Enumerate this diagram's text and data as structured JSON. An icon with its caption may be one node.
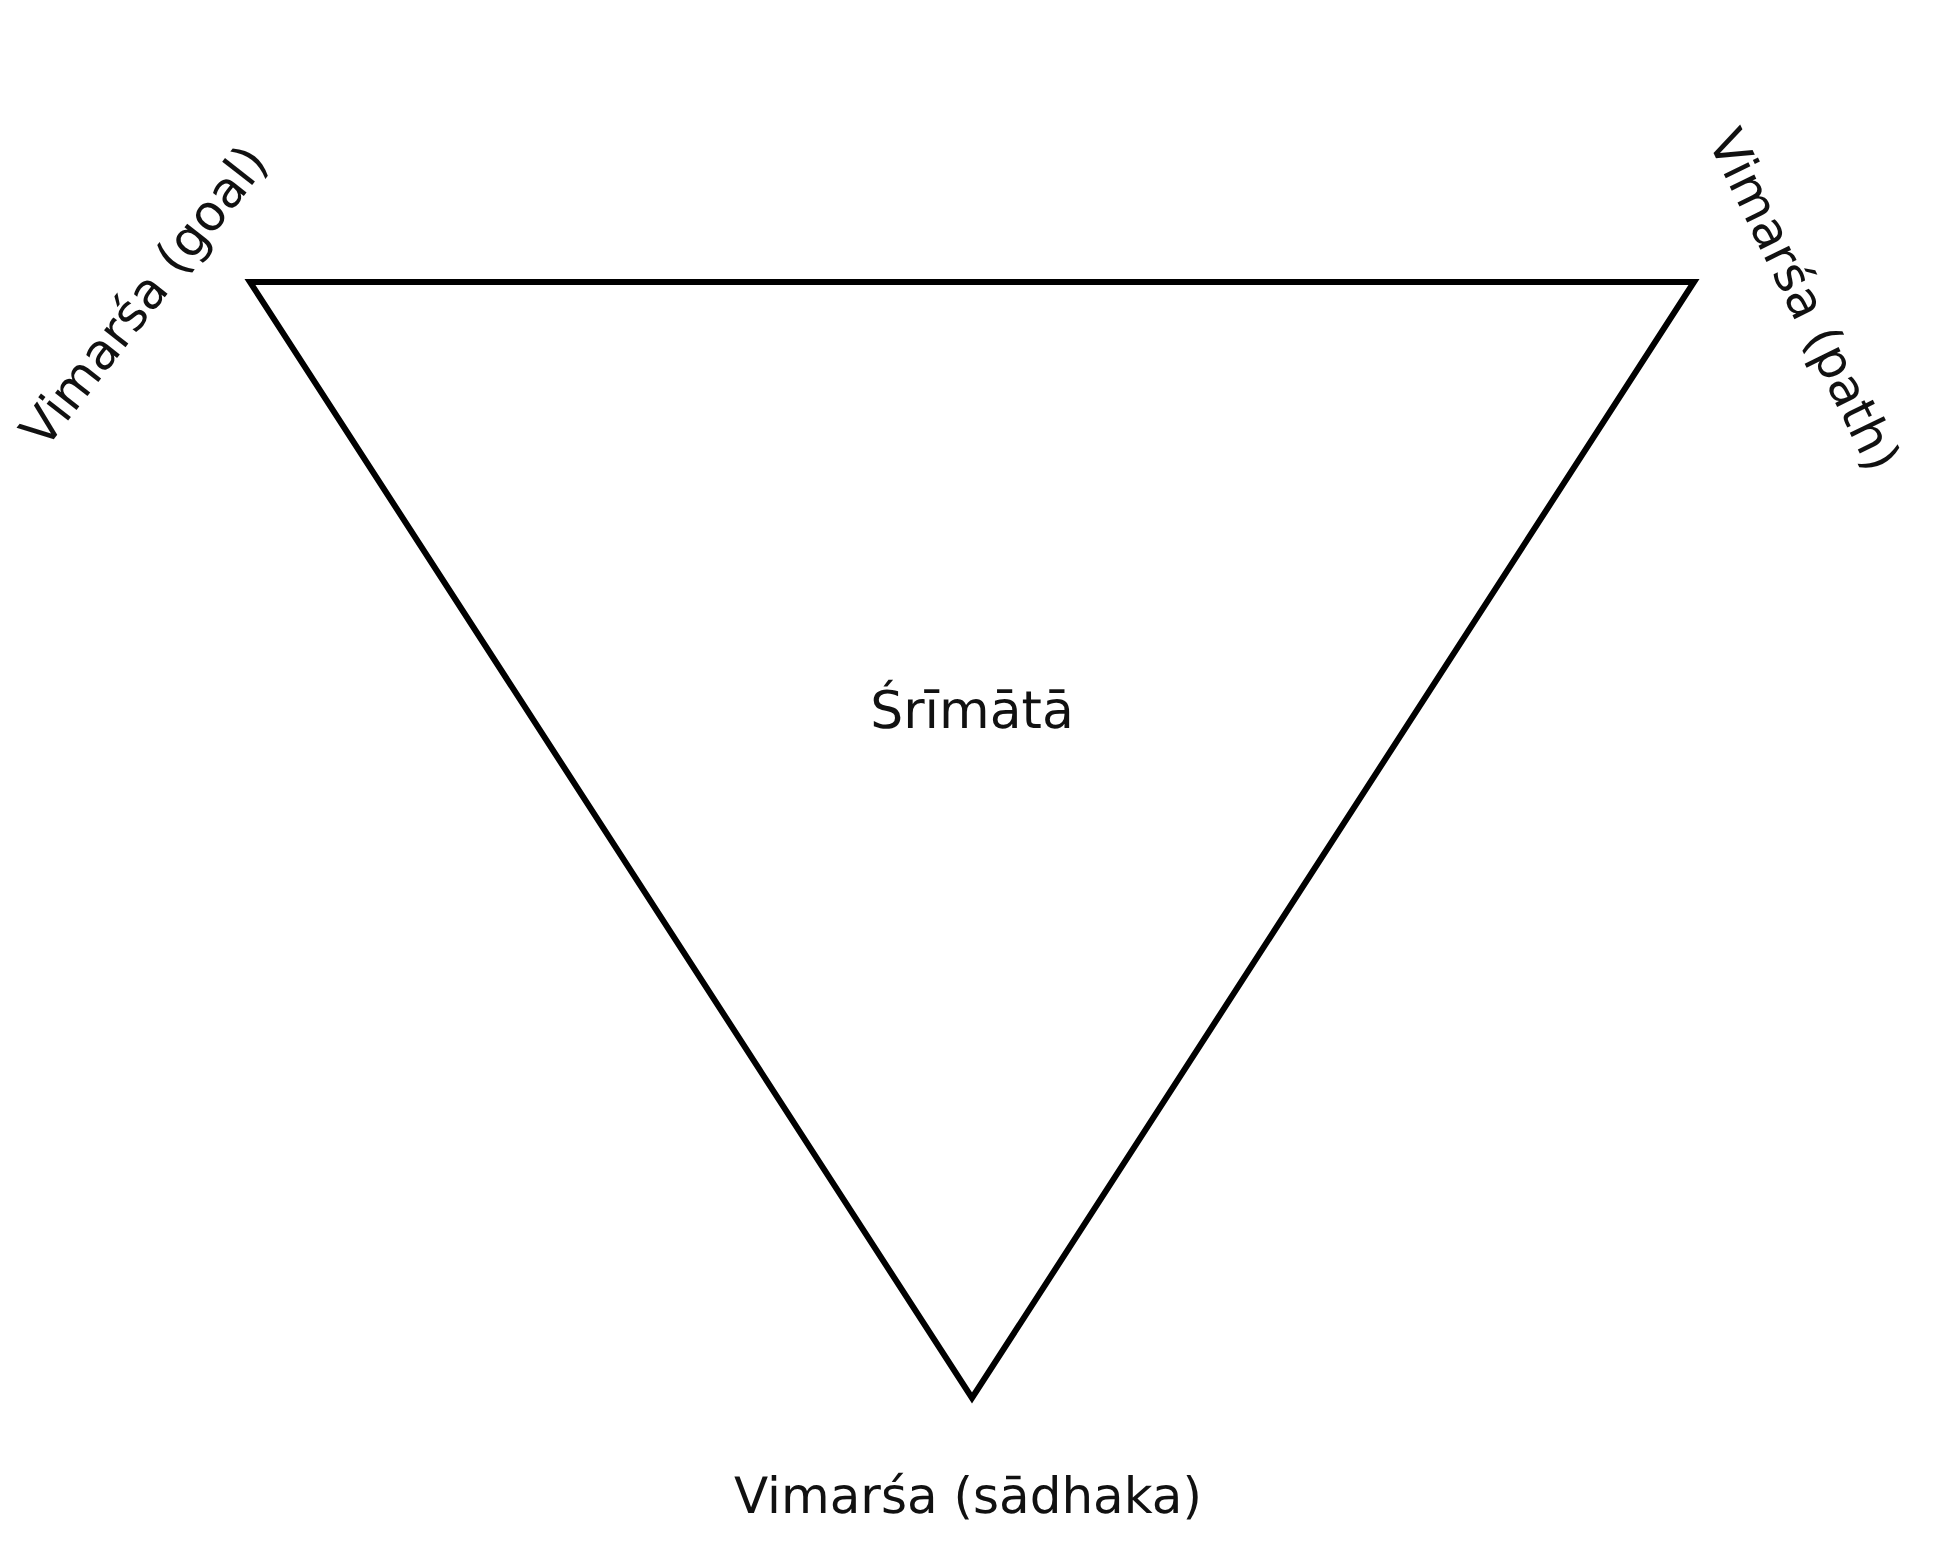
{
  "diagram": {
    "nodes": [
      {
        "text": [
          "Śrīmātā"
        ]
      }
    ],
    "labels": [
      "Vimarśa (goal)",
      "Vimarśa (path)",
      "Vimarśa (sādhaka)"
    ]
  }
}
